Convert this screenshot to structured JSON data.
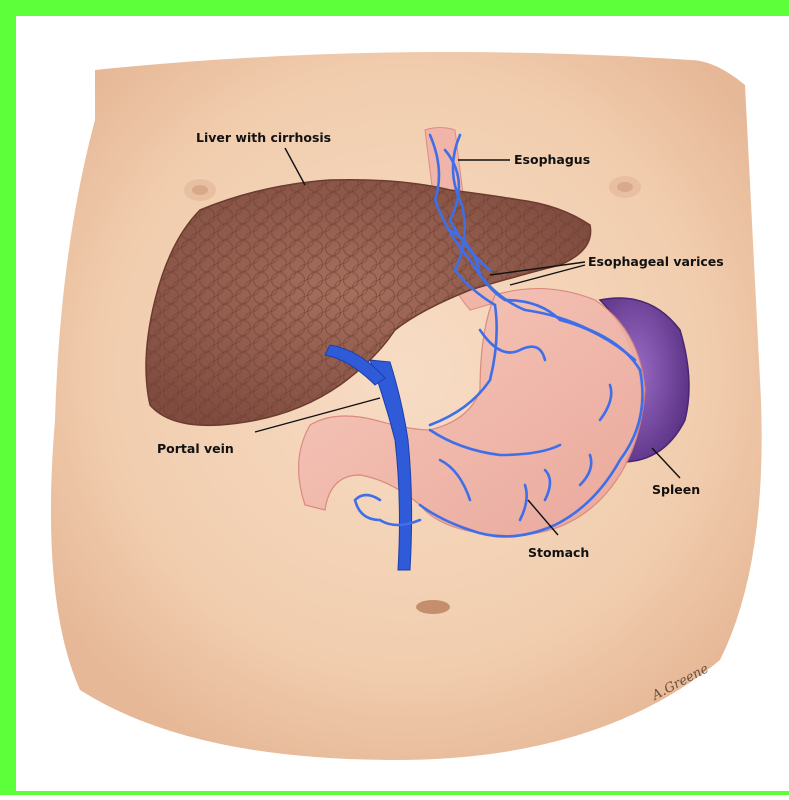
{
  "figure": {
    "labels": {
      "liver": "Liver with cirrhosis",
      "esophagus": "Esophagus",
      "varices": "Esophageal varices",
      "portal_vein": "Portal vein",
      "spleen": "Spleen",
      "stomach": "Stomach"
    },
    "signature": "A.Greene",
    "colors": {
      "frame": "#5dff3a",
      "skin": "#f4d0b2",
      "liver": "#9b6352",
      "veins": "#3f6fe8",
      "stomach": "#f1b1a8",
      "spleen": "#7a4aa8"
    }
  }
}
